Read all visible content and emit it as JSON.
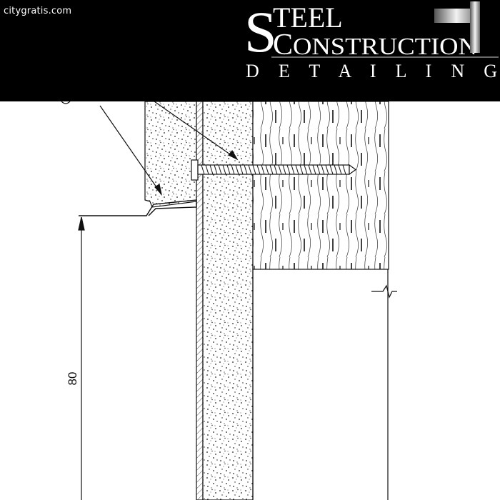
{
  "site": {
    "label": "citygratis.com"
  },
  "logo": {
    "steel_initial": "S",
    "steel_rest": "TEEL",
    "construction_initial": "C",
    "construction_rest": "ONSTRUCTION",
    "detailing": "D E T A I L I N G",
    "color": "#ffffff"
  },
  "drawing": {
    "dimension_label": "80",
    "colors": {
      "line": "#111111",
      "background": "#ffffff",
      "banner": "#000000"
    }
  }
}
